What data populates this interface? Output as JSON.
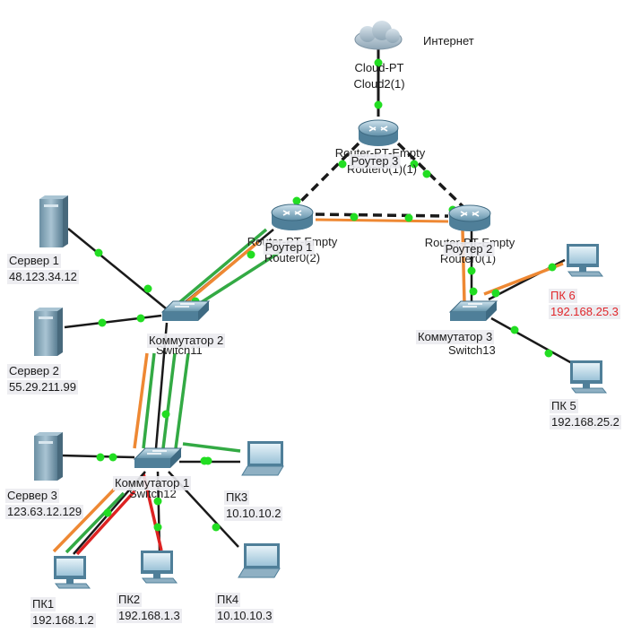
{
  "colors": {
    "cable": "#1a1a1a",
    "path_green": "#33aa44",
    "path_orange": "#ee8833",
    "path_red": "#dd2222",
    "port_up": "#22dd22",
    "highlight_red": "#e0262a"
  },
  "cloud": {
    "name": "Интернет",
    "type": "Cloud-PT",
    "device": "Cloud2(1)",
    "icon": "cloud-icon"
  },
  "routers": [
    {
      "id": "r3",
      "name": "Роутер 3",
      "underlying": "Router0(1)(1)",
      "icon": "router-icon"
    },
    {
      "id": "r1",
      "name": "Роутер 1",
      "underlying": "Router0(2)",
      "icon": "router-icon"
    },
    {
      "id": "r2",
      "name": "Роутер 2",
      "underlying": "Router0(1)",
      "icon": "router-icon"
    }
  ],
  "router_ghost_text": "Router-PT-Empty",
  "switches": [
    {
      "id": "sw2",
      "name": "Коммутатор 2",
      "underlying": "Switch11",
      "icon": "switch-icon"
    },
    {
      "id": "sw1",
      "name": "Коммутатор 1",
      "underlying": "Switch12",
      "icon": "switch-icon"
    },
    {
      "id": "sw3",
      "name": "Коммутатор 3",
      "underlying": "Switch13",
      "icon": "switch-icon"
    }
  ],
  "servers": [
    {
      "id": "s1",
      "name": "Сервер 1",
      "ip": "48.123.34.12",
      "icon": "server-icon"
    },
    {
      "id": "s2",
      "name": "Сервер 2",
      "ip": "55.29.211.99",
      "icon": "server-icon"
    },
    {
      "id": "s3",
      "name": "Сервер 3",
      "ip": "123.63.12.129",
      "icon": "server-icon"
    }
  ],
  "pcs": [
    {
      "id": "pc1",
      "name": "ПК1",
      "ip": "192.168.1.2",
      "icon": "pc-icon"
    },
    {
      "id": "pc2",
      "name": "ПК2",
      "ip": "192.168.1.3",
      "icon": "pc-icon"
    },
    {
      "id": "pc3",
      "name": "ПК3",
      "ip": "10.10.10.2",
      "icon": "laptop-icon"
    },
    {
      "id": "pc4",
      "name": "ПК4",
      "ip": "10.10.10.3",
      "icon": "laptop-icon"
    },
    {
      "id": "pc5",
      "name": "ПК 5",
      "ip": "192.168.25.2",
      "icon": "pc-icon"
    },
    {
      "id": "pc6",
      "name": "ПК 6",
      "ip": "192.168.25.3",
      "icon": "pc-icon",
      "highlight": true
    }
  ],
  "links": [
    {
      "a": "cloud",
      "b": "r3",
      "style": "solid"
    },
    {
      "a": "r3",
      "b": "r1",
      "style": "dashed"
    },
    {
      "a": "r3",
      "b": "r2",
      "style": "dashed"
    },
    {
      "a": "r1",
      "b": "r2",
      "style": "dashed"
    },
    {
      "a": "r1",
      "b": "sw2",
      "style": "solid"
    },
    {
      "a": "r2",
      "b": "sw3",
      "style": "solid"
    },
    {
      "a": "s1",
      "b": "sw2",
      "style": "solid"
    },
    {
      "a": "s2",
      "b": "sw2",
      "style": "solid"
    },
    {
      "a": "sw2",
      "b": "sw1",
      "style": "solid"
    },
    {
      "a": "s3",
      "b": "sw1",
      "style": "solid"
    },
    {
      "a": "sw1",
      "b": "pc1",
      "style": "solid"
    },
    {
      "a": "sw1",
      "b": "pc2",
      "style": "solid"
    },
    {
      "a": "sw1",
      "b": "pc3",
      "style": "solid"
    },
    {
      "a": "sw1",
      "b": "pc4",
      "style": "solid"
    },
    {
      "a": "sw3",
      "b": "pc5",
      "style": "solid"
    },
    {
      "a": "sw3",
      "b": "pc6",
      "style": "solid"
    }
  ]
}
